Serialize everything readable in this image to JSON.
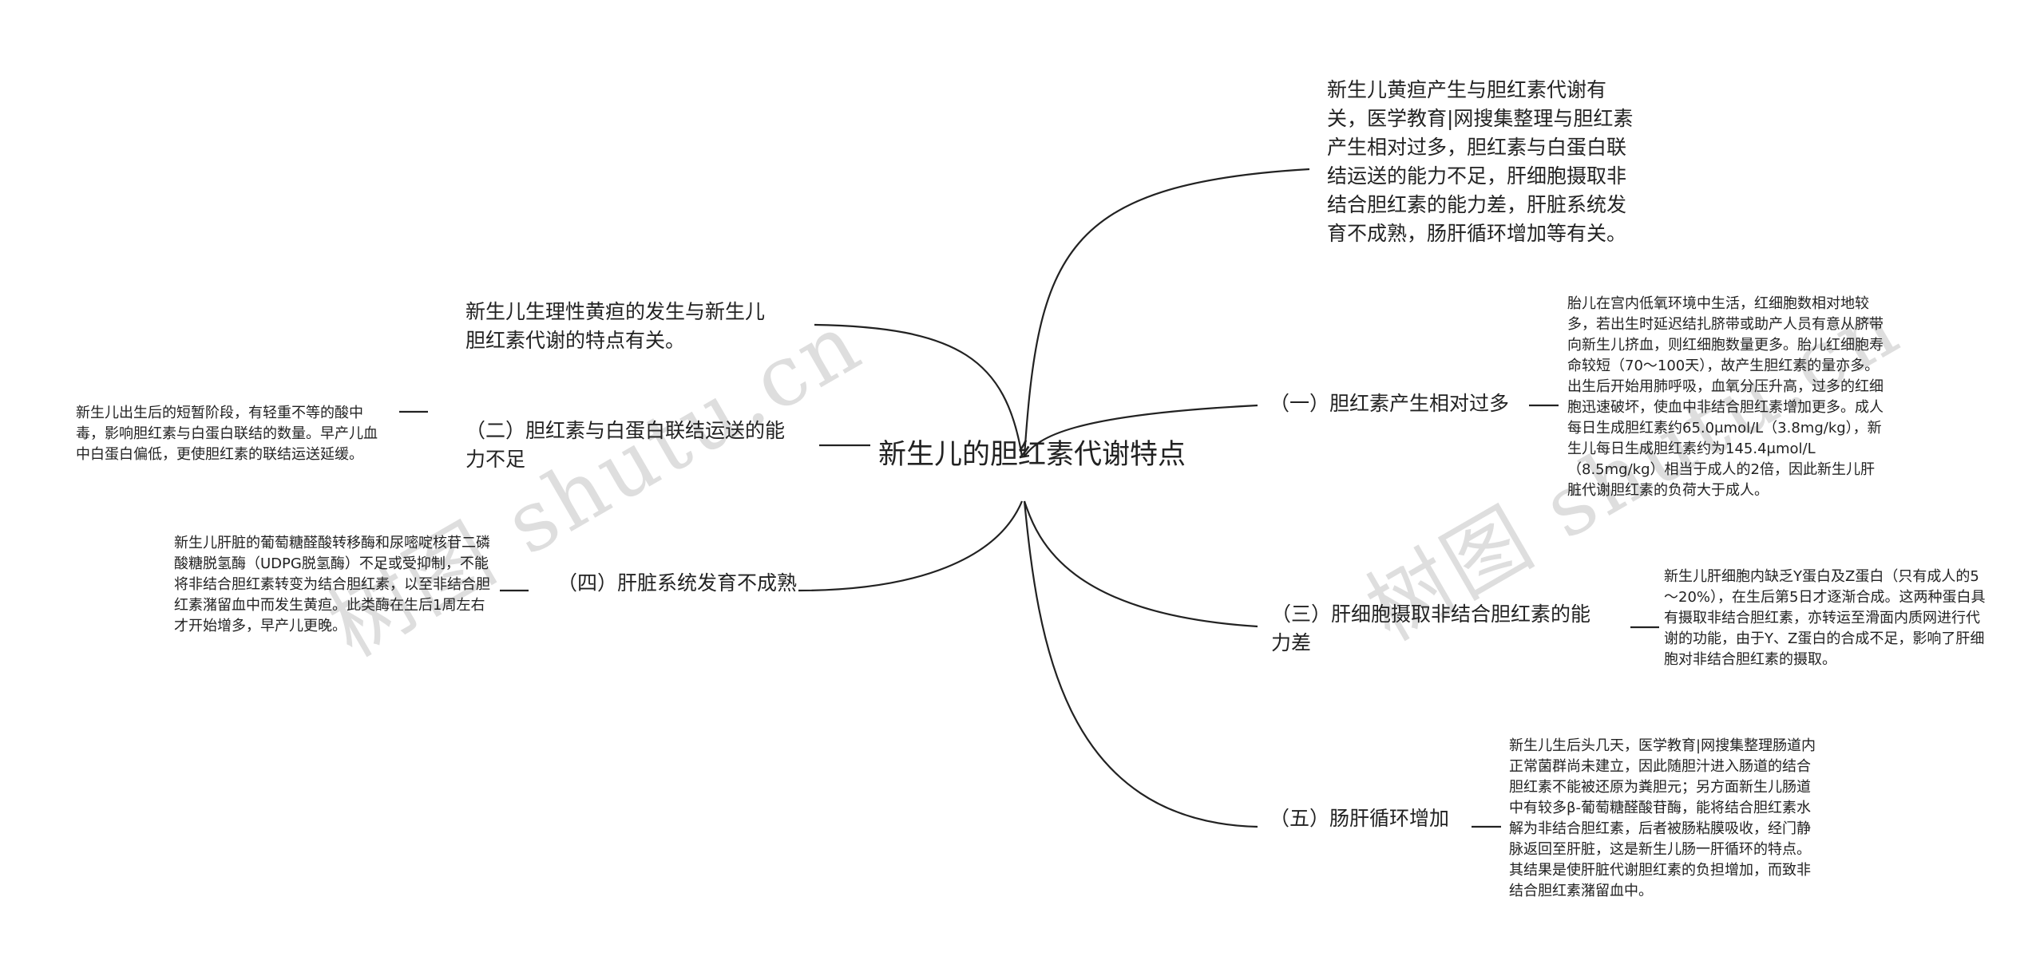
{
  "mindmap": {
    "center": "新生儿的胆红素代谢特点",
    "right": [
      {
        "text": "新生儿黄疸产生与胆红素代谢有关，医学教育|网搜集整理与胆红素产生相对过多，胆红素与白蛋白联结运送的能力不足，肝细胞摄取非结合胆红素的能力差，肝脏系统发育不成熟，肠肝循环增加等有关。"
      },
      {
        "label": "（一）胆红素产生相对过多",
        "detail": "胎儿在宫内低氧环境中生活，红细胞数相对地较多，若出生时延迟结扎脐带或助产人员有意从脐带向新生儿挤血，则红细胞数量更多。胎儿红细胞寿命较短（70～100天），故产生胆红素的量亦多。出生后开始用肺呼吸，血氧分压升高，过多的红细胞迅速破坏，使血中非结合胆红素增加更多。成人每日生成胆红素约65.0μmol/L（3.8mg/kg），新生儿每日生成胆红素约为145.4μmol/L（8.5mg/kg）相当于成人的2倍，因此新生儿肝脏代谢胆红素的负荷大于成人。"
      },
      {
        "label": "（三）肝细胞摄取非结合胆红素的能力差",
        "detail": "新生儿肝细胞内缺乏Y蛋白及Z蛋白（只有成人的5～20%），在生后第5日才逐渐合成。这两种蛋白具有摄取非结合胆红素，亦转运至滑面内质网进行代谢的功能，由于Y、Z蛋白的合成不足，影响了肝细胞对非结合胆红素的摄取。"
      },
      {
        "label": "（五）肠肝循环增加",
        "detail": "新生儿生后头几天，医学教育|网搜集整理肠道内正常菌群尚未建立，因此随胆汁进入肠道的结合胆红素不能被还原为粪胆元；另方面新生儿肠道中有较多β-葡萄糖醛酸苷酶，能将结合胆红素水解为非结合胆红素，后者被肠粘膜吸收，经门静脉返回至肝脏，这是新生儿肠一肝循环的特点。其结果是使肝脏代谢胆红素的负担增加，而致非结合胆红素潴留血中。"
      }
    ],
    "left": [
      {
        "text": "新生儿生理性黄疸的发生与新生儿胆红素代谢的特点有关。"
      },
      {
        "label": "（二）胆红素与白蛋白联结运送的能力不足",
        "detail": "新生儿出生后的短暂阶段，有轻重不等的酸中毒，影响胆红素与白蛋白联结的数量。早产儿血中白蛋白偏低，更使胆红素的联结运送延缓。"
      },
      {
        "label": "（四）肝脏系统发育不成熟",
        "detail": "新生儿肝脏的葡萄糖醛酸转移酶和尿嘧啶核苷二磷酸糖脱氢酶（UDPG脱氢酶）不足或受抑制，不能将非结合胆红素转变为结合胆红素，以至非结合胆红素潴留血中而发生黄疸。此类酶在生后1周左右才开始增多，早产儿更晚。"
      }
    ]
  },
  "watermarks": [
    "树图 shutu.cn",
    "树图 shutu.cn"
  ],
  "colors": {
    "line": "#222222",
    "text": "#222222",
    "watermark": "#d8d8d8"
  }
}
